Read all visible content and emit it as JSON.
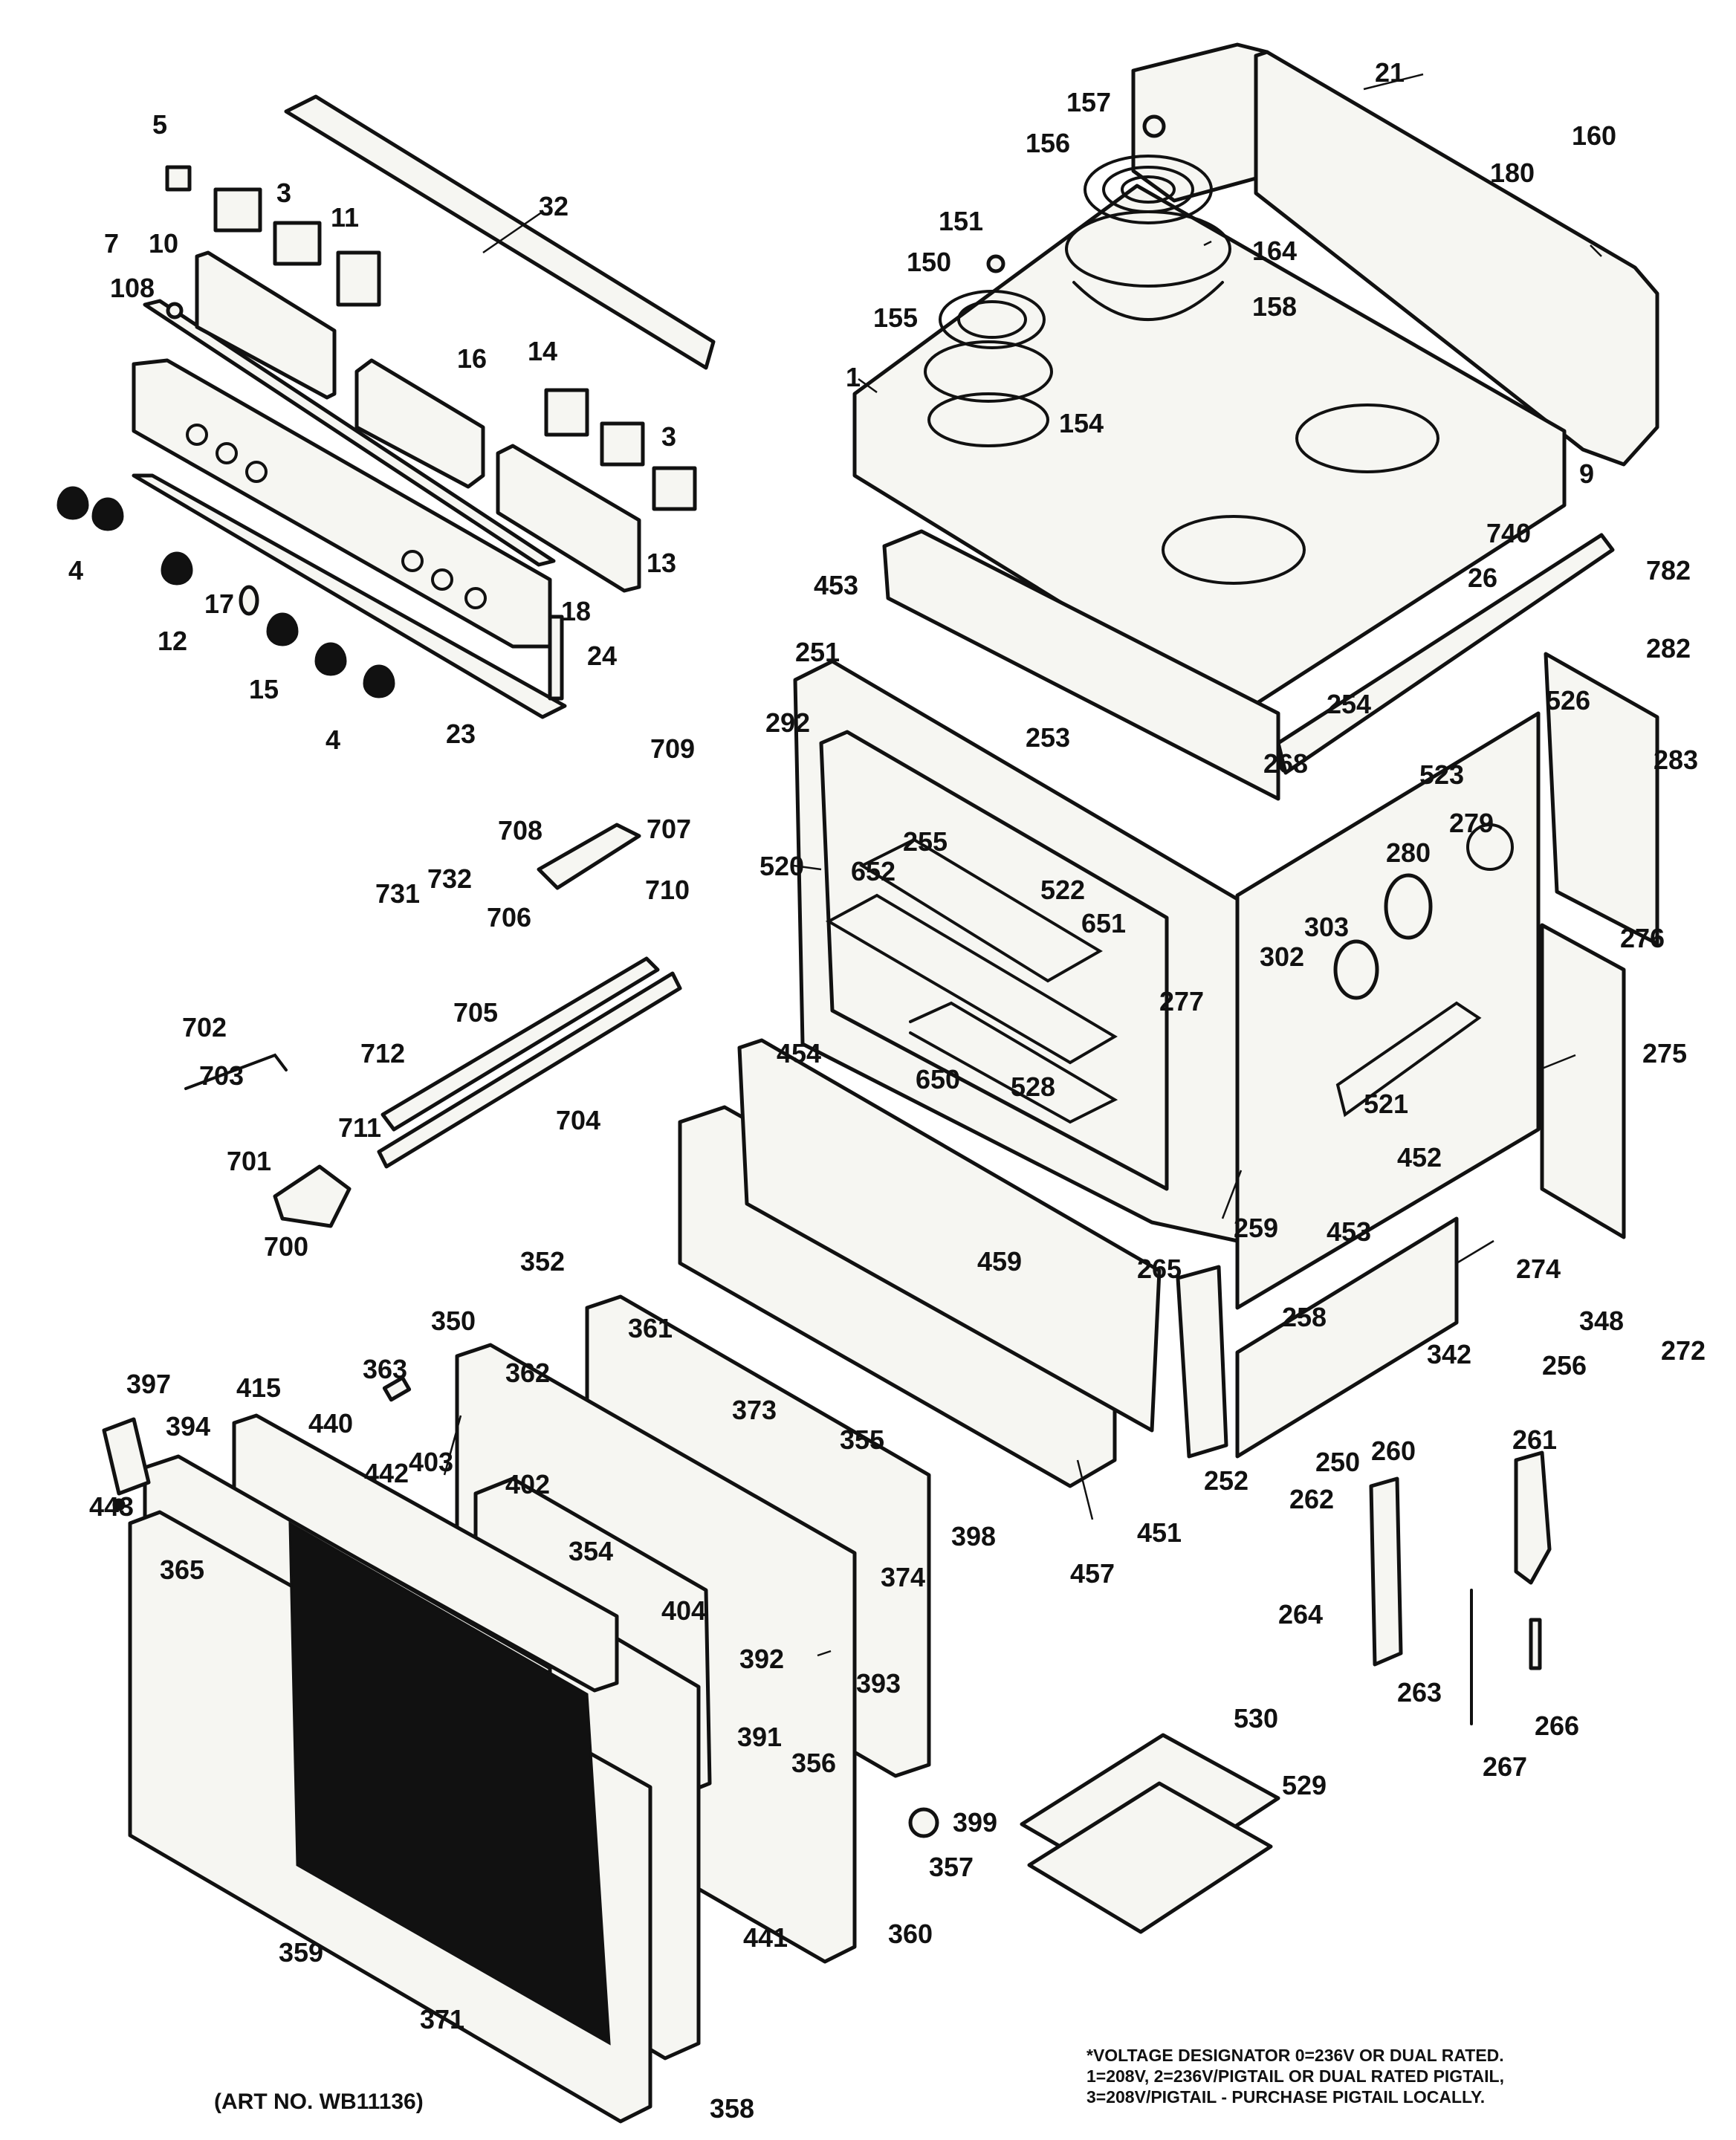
{
  "diagram": {
    "art_number": "(ART NO. WB11136)",
    "note_lines": [
      "*VOLTAGE DESIGNATOR 0=236V OR DUAL RATED.",
      "1=208V, 2=236V/PIGTAIL OR DUAL RATED PIGTAIL,",
      "3=208V/PIGTAIL - PURCHASE PIGTAIL LOCALLY."
    ],
    "part_labels": [
      "1",
      "3",
      "3",
      "4",
      "4",
      "5",
      "7",
      "9",
      "10",
      "11",
      "12",
      "13",
      "14",
      "15",
      "16",
      "17",
      "18",
      "21",
      "23",
      "24",
      "26",
      "32",
      "108",
      "150",
      "151",
      "154",
      "155",
      "156",
      "157",
      "158",
      "160",
      "164",
      "180",
      "250",
      "251",
      "252",
      "253",
      "254",
      "255",
      "256",
      "258",
      "259",
      "260",
      "261",
      "262",
      "263",
      "264",
      "265",
      "266",
      "267",
      "268",
      "272",
      "274",
      "275",
      "276",
      "277",
      "279",
      "280",
      "282",
      "283",
      "292",
      "302",
      "303",
      "342",
      "348",
      "350",
      "352",
      "354",
      "355",
      "356",
      "357",
      "358",
      "359",
      "360",
      "361",
      "362",
      "363",
      "365",
      "371",
      "373",
      "374",
      "391",
      "392",
      "393",
      "394",
      "397",
      "398",
      "399",
      "402",
      "403",
      "404",
      "415",
      "440",
      "441",
      "442",
      "443",
      "451",
      "452",
      "453",
      "453",
      "454",
      "457",
      "459",
      "520",
      "521",
      "522",
      "523",
      "526",
      "528",
      "529",
      "530",
      "650",
      "651",
      "652",
      "700",
      "701",
      "702",
      "703",
      "704",
      "705",
      "706",
      "707",
      "708",
      "709",
      "710",
      "711",
      "712",
      "731",
      "732",
      "740",
      "782"
    ]
  }
}
